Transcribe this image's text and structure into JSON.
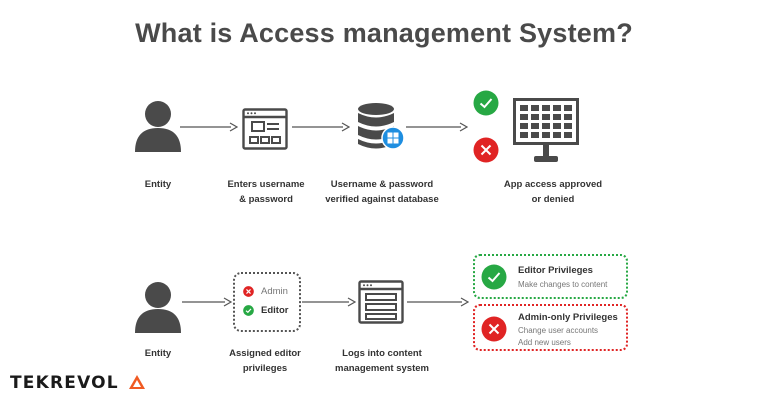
{
  "title": "What is Access management System?",
  "flow1": {
    "entity": "Entity",
    "enter_line1": "Enters username",
    "enter_line2": "& password",
    "verify_line1": "Username & password",
    "verify_line2": "verified against database",
    "access_line1": "App access approved",
    "access_line2": "or denied"
  },
  "flow2": {
    "entity": "Entity",
    "assigned_line1": "Assigned editor",
    "assigned_line2": "privileges",
    "logs_line1": "Logs into content",
    "logs_line2": "management system",
    "roles": {
      "admin": "Admin",
      "editor": "Editor"
    },
    "editor_priv": {
      "title": "Editor Privileges",
      "line1": "Make changes to content"
    },
    "admin_priv": {
      "title": "Admin-only Privileges",
      "line1": "Change user accounts",
      "line2": "Add new users"
    }
  },
  "brand": {
    "logo_left": "TEKREVOL"
  },
  "colors": {
    "green": "#27a844",
    "red": "#e02424",
    "icon_gray": "#4a4a4a",
    "windows_blue": "#1e8ee0",
    "logo_orange": "#f05a22"
  },
  "icons": [
    "person-icon",
    "login-form-icon",
    "database-icon",
    "windows-icon",
    "check-icon",
    "cross-icon",
    "monitor-grid-icon",
    "cms-window-icon"
  ]
}
